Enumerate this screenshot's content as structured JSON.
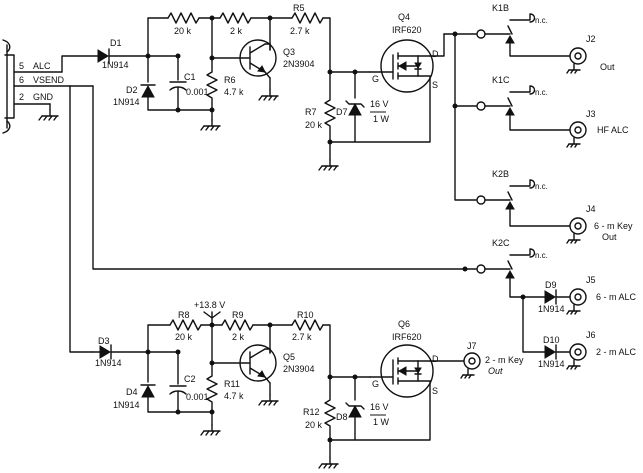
{
  "connector": {
    "pins": [
      {
        "num": "5",
        "name": "ALC"
      },
      {
        "num": "6",
        "name": "VSEND"
      },
      {
        "num": "2",
        "name": "GND"
      }
    ]
  },
  "top": {
    "d1": {
      "ref": "D1",
      "part": "1N914"
    },
    "d2": {
      "ref": "D2",
      "part": "1N914"
    },
    "c1": {
      "ref": "C1",
      "value": "0.001"
    },
    "r_top1": "20 k",
    "r_top2": "2 k",
    "r6": {
      "ref": "R6",
      "value": "4.7 k"
    },
    "q3": {
      "ref": "Q3",
      "part": "2N3904"
    },
    "r5": {
      "ref": "R5",
      "value": "2.7 k"
    },
    "r7": {
      "ref": "R7",
      "value": "20 k"
    },
    "d7": {
      "ref": "D7",
      "volt": "16 V",
      "watt": "1 W"
    },
    "q4": {
      "ref": "Q4",
      "part": "IRF620"
    }
  },
  "bottom": {
    "d3": {
      "ref": "D3",
      "part": "1N914"
    },
    "d4": {
      "ref": "D4",
      "part": "1N914"
    },
    "c2": {
      "ref": "C2",
      "value": "0.001"
    },
    "r8": {
      "ref": "R8",
      "value": "20 k"
    },
    "r9": {
      "ref": "R9",
      "value": "2 k"
    },
    "r11": {
      "ref": "R11",
      "value": "4.7 k"
    },
    "q5": {
      "ref": "Q5",
      "part": "2N3904"
    },
    "r10": {
      "ref": "R10",
      "value": "2.7 k"
    },
    "r12": {
      "ref": "R12",
      "value": "20 k"
    },
    "d8": {
      "ref": "D8",
      "volt": "16 V",
      "watt": "1 W"
    },
    "q6": {
      "ref": "Q6",
      "part": "IRF620"
    },
    "supply": "+13.8 V",
    "j7": {
      "ref": "J7",
      "l1": "2 - m Key",
      "l2": "Out"
    }
  },
  "pins": {
    "g": "G",
    "d": "D",
    "s": "S"
  },
  "relays": {
    "k1b": "K1B",
    "k1c": "K1C",
    "k2b": "K2B",
    "k2c": "K2C",
    "nc": "n.c."
  },
  "jacks": {
    "j2": {
      "ref": "J2",
      "l1": "Out"
    },
    "j3": {
      "ref": "J3",
      "l1": "HF ALC"
    },
    "j4": {
      "ref": "J4",
      "l1": "6 - m Key",
      "l2": "Out"
    },
    "j5": {
      "ref": "J5",
      "l1": "6 - m ALC"
    },
    "j6": {
      "ref": "J6",
      "l1": "2 - m ALC"
    }
  },
  "d9": {
    "ref": "D9",
    "part": "1N914"
  },
  "d10": {
    "ref": "D10",
    "part": "1N914"
  }
}
